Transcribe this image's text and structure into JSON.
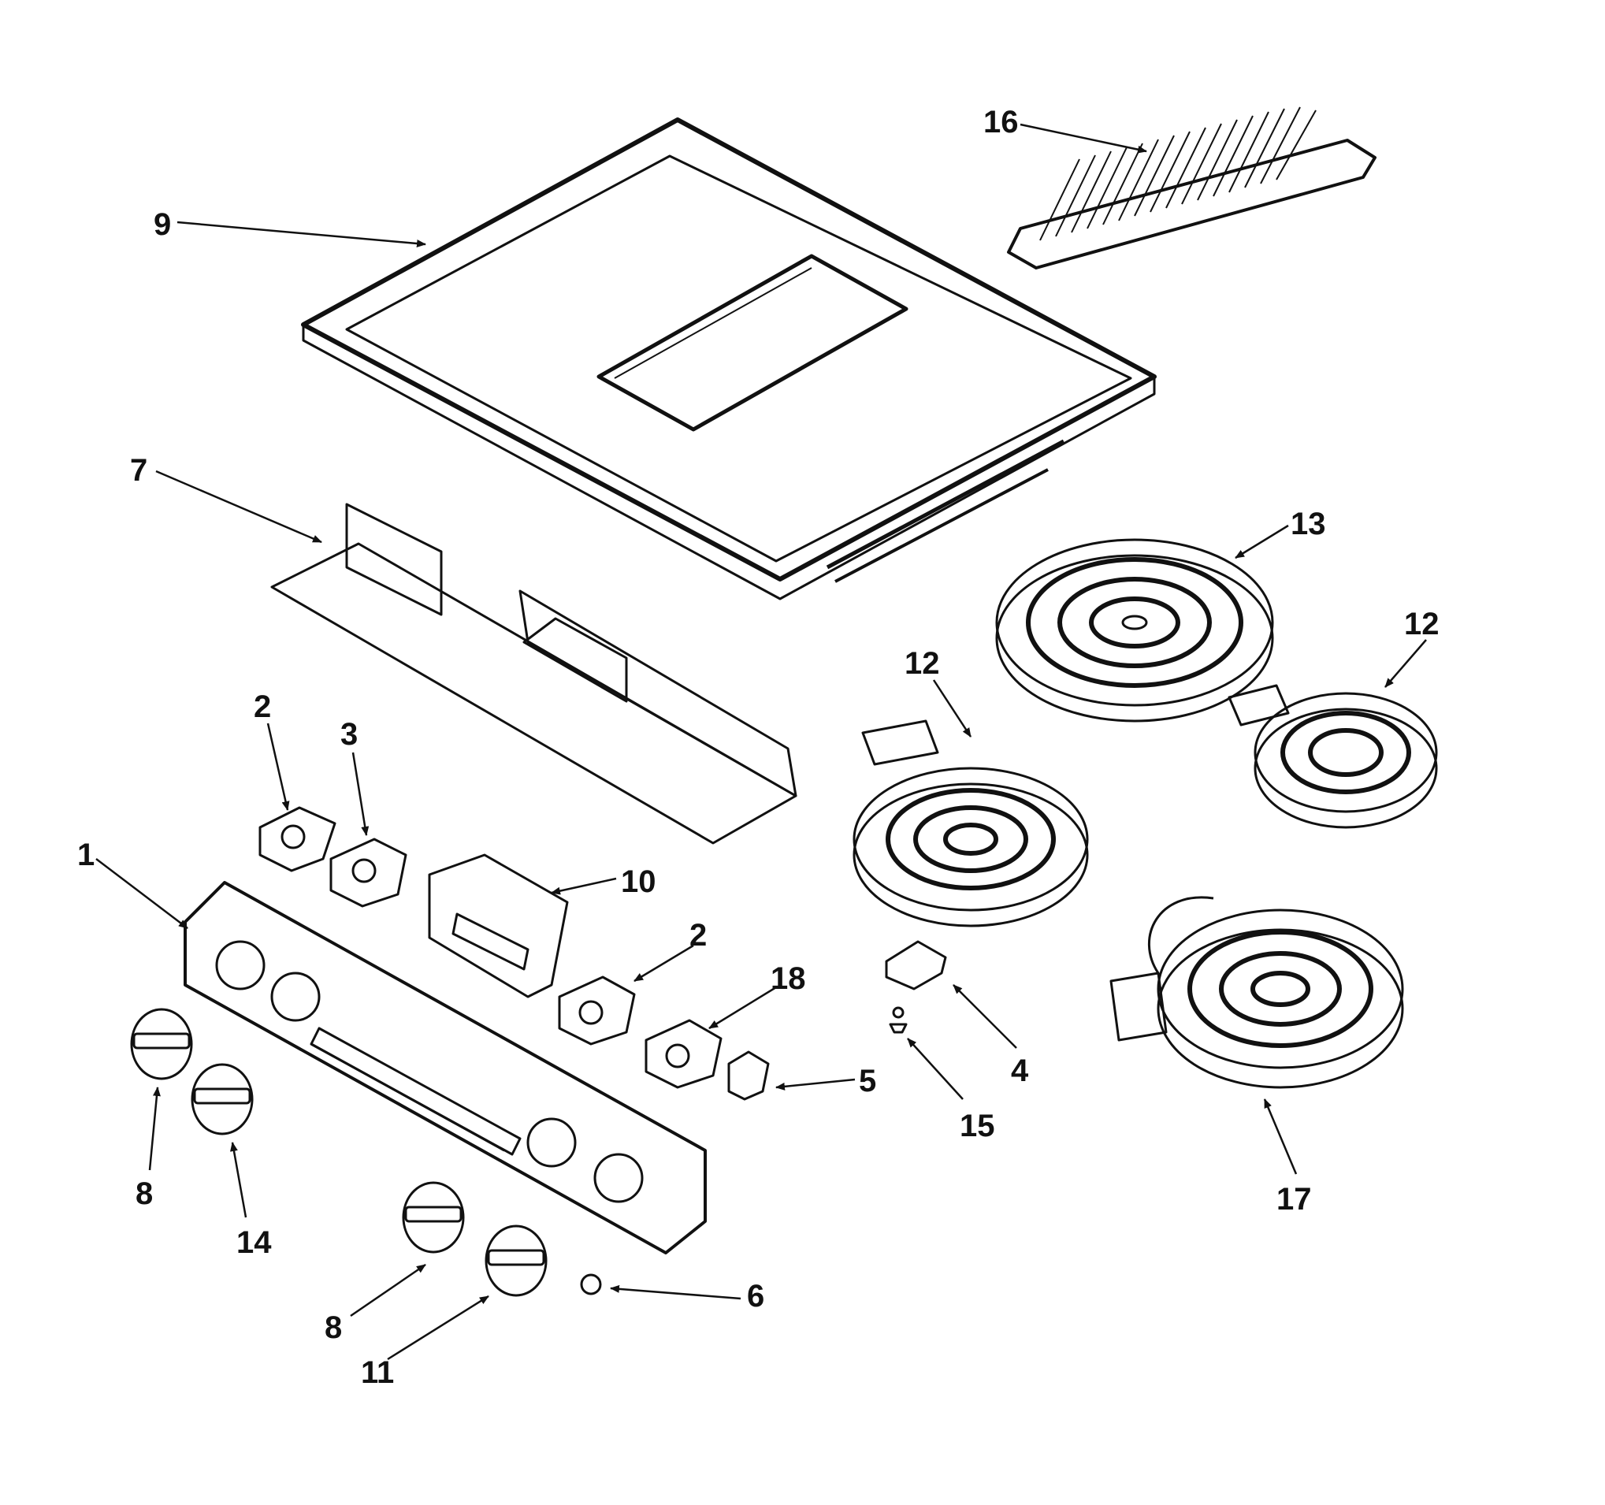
{
  "diagram": {
    "callouts": [
      {
        "id": "c1",
        "number": "1"
      },
      {
        "id": "c2a",
        "number": "2"
      },
      {
        "id": "c2b",
        "number": "2"
      },
      {
        "id": "c3",
        "number": "3"
      },
      {
        "id": "c4",
        "number": "4"
      },
      {
        "id": "c5",
        "number": "5"
      },
      {
        "id": "c6",
        "number": "6"
      },
      {
        "id": "c7",
        "number": "7"
      },
      {
        "id": "c8a",
        "number": "8"
      },
      {
        "id": "c8b",
        "number": "8"
      },
      {
        "id": "c9",
        "number": "9"
      },
      {
        "id": "c10",
        "number": "10"
      },
      {
        "id": "c11",
        "number": "11"
      },
      {
        "id": "c12a",
        "number": "12"
      },
      {
        "id": "c12b",
        "number": "12"
      },
      {
        "id": "c13",
        "number": "13"
      },
      {
        "id": "c14",
        "number": "14"
      },
      {
        "id": "c15",
        "number": "15"
      },
      {
        "id": "c16",
        "number": "16"
      },
      {
        "id": "c17",
        "number": "17"
      },
      {
        "id": "c18",
        "number": "18"
      }
    ]
  }
}
